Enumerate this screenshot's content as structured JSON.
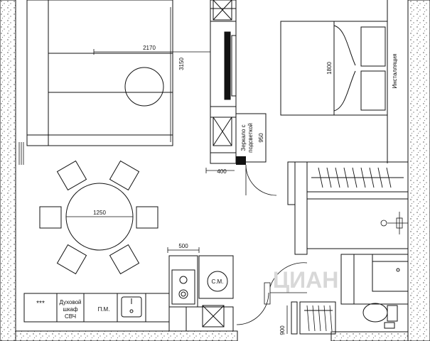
{
  "dimensions": {
    "sofa_width": "2170",
    "sofa_depth": "3150",
    "bed_width": "1800",
    "wardrobe_depth": "950",
    "wardrobe_width": "400",
    "table_diameter": "1250",
    "fridge_width": "500",
    "door_offset": "900"
  },
  "labels": {
    "mirror_line1": "Зеркало с",
    "mirror_line2": "подсветкой",
    "installation": "Инсталляция",
    "oven_line1": "Духовой",
    "oven_line2": "шкаф",
    "oven_line3": "СВЧ",
    "dishwasher": "П.М.",
    "hob": "***",
    "washer": "С.М.",
    "watermark": "ЦИАН"
  },
  "colors": {
    "line": "#111111",
    "watermark": "#d8d8d8",
    "hatch": "#444444"
  }
}
